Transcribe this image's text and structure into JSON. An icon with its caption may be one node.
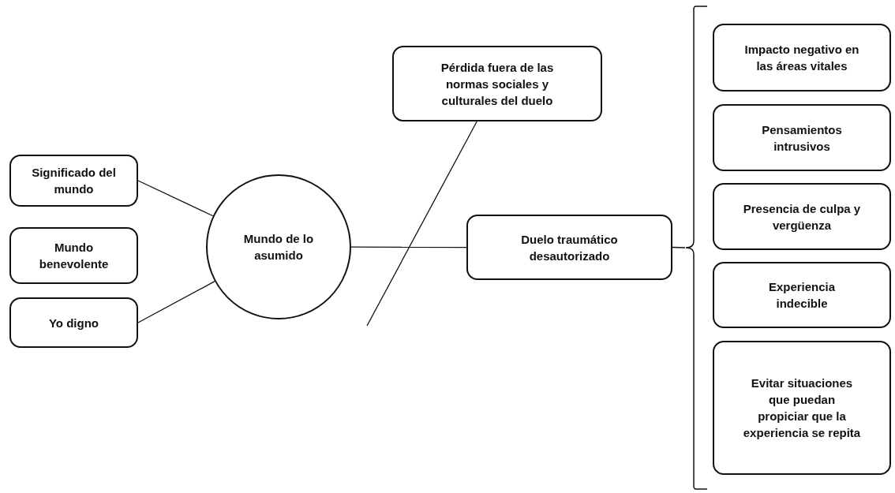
{
  "diagram": {
    "nodes": [
      {
        "text": [
          "Significado del mundo"
        ]
      },
      {
        "text": [
          "Mundo benevolente"
        ]
      },
      {
        "text": [
          "Yo digno"
        ]
      },
      {
        "text": [
          "Mundo de lo asumido"
        ]
      },
      {
        "text": [
          "Pérdida fuera de las normas sociales y culturales del duelo"
        ]
      },
      {
        "text": [
          "Duelo traumático desautorizado"
        ]
      },
      {
        "text": [],
        "shape": "bracket"
      },
      {
        "text": [
          "Impacto negativo en las áreas vitales"
        ]
      },
      {
        "text": [
          "Pensamientos intrusivos"
        ]
      },
      {
        "text": [
          "Presencia de culpa y vergüenza"
        ]
      },
      {
        "text": [
          "Experiencia indecible"
        ]
      },
      {
        "text": [
          "Evitar situaciones que puedan propiciar que la experiencia se repita"
        ]
      }
    ],
    "edges": [
      {
        "from": 0,
        "to": 3,
        "arrow": "none"
      },
      {
        "from": 2,
        "to": 3,
        "arrow": "none"
      },
      {
        "from": 3,
        "to": 5,
        "arrow": "none"
      },
      {
        "from": 4,
        "to": null,
        "arrow": "none"
      },
      {
        "from": 5,
        "to": 6,
        "arrow": "none"
      }
    ]
  }
}
